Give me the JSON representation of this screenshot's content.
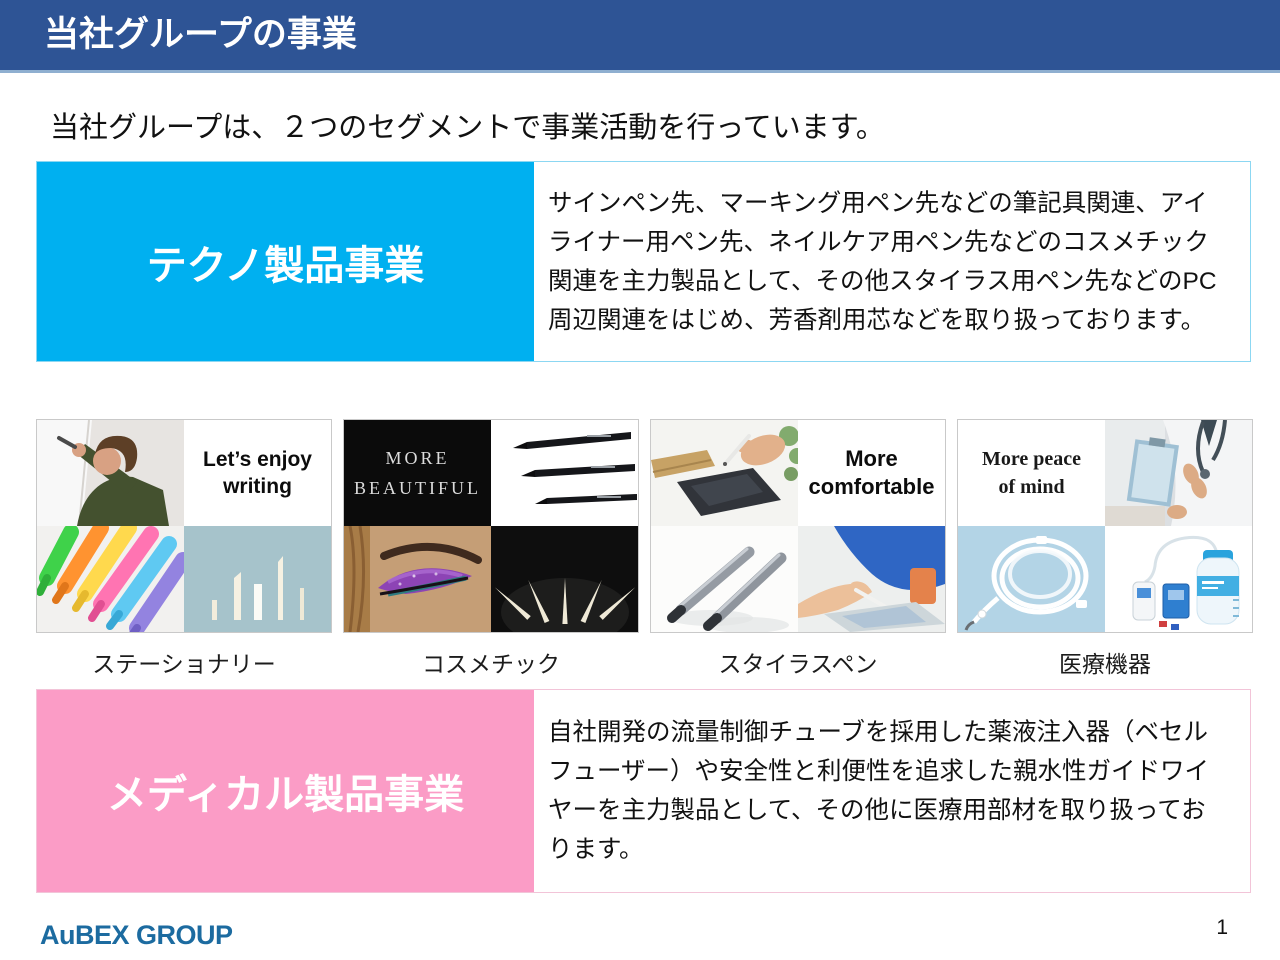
{
  "slide": {
    "title": "当社グループの事業",
    "intro": "当社グループは、２つのセグメントで事業活動を行っています。",
    "logo": "AuBEX GROUP",
    "page_number": "1"
  },
  "colors": {
    "header_bar": "#2E5495",
    "techno_accent": "#00B0F0",
    "techno_border": "#8CD7F2",
    "medical_accent": "#FB9CC6",
    "medical_border": "#F2C4D8",
    "logo_blue": "#1C6BA0"
  },
  "segments": [
    {
      "name": "テクノ製品事業",
      "description": "サインペン先、マーキング用ペン先などの筆記具関連、アイライナー用ペン先、ネイルケア用ペン先などのコスメチック関連を主力製品として、その他スタイラス用ペン先などのPC周辺関連をはじめ、芳香剤用芯などを取り扱っております。"
    },
    {
      "name": "メディカル製品事業",
      "description": "自社開発の流量制御チューブを採用した薬液注入器（ベセルフューザー）や安全性と利便性を追求した親水性ガイドワイヤーを主力製品として、その他に医療用部材を取り扱っております。"
    }
  ],
  "products": [
    {
      "caption": "ステーショナリー",
      "overlay": {
        "line1": "Let’s enjoy",
        "line2": "writing"
      }
    },
    {
      "caption": "コスメチック",
      "overlay": {
        "line1": "MORE",
        "line2": "BEAUTIFUL"
      }
    },
    {
      "caption": "スタイラスペン",
      "overlay": {
        "line1": "More",
        "line2": "comfortable"
      }
    },
    {
      "caption": "医療機器",
      "overlay": {
        "line1": "More peace",
        "line2": "of mind"
      }
    }
  ]
}
